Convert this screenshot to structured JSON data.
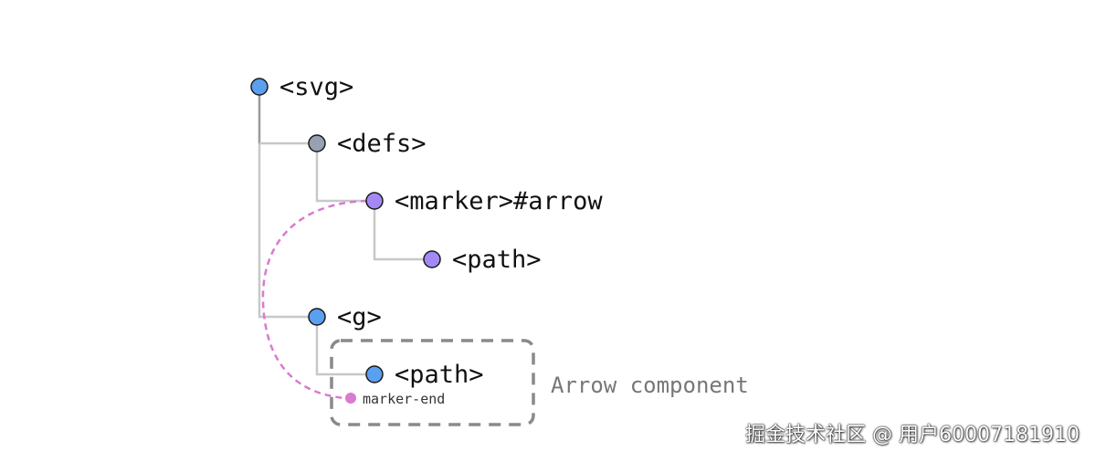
{
  "nodes": {
    "svg": {
      "label": "<svg>",
      "color": "#5b9ff0"
    },
    "defs": {
      "label": "<defs>",
      "color": "#97a1b1"
    },
    "marker": {
      "label": "<marker>#arrow",
      "color": "#a389f4"
    },
    "marker_path": {
      "label": "<path>",
      "color": "#a389f4"
    },
    "g": {
      "label": "<g>",
      "color": "#5b9ff0"
    },
    "g_path": {
      "label": "<path>",
      "color": "#5b9ff0"
    }
  },
  "marker_end": {
    "label": "marker-end",
    "color": "#d97bd0"
  },
  "component_label": "Arrow component",
  "watermark": "掘金技术社区 @ 用户60007181910",
  "colors": {
    "tree_line": "#c8c8c8",
    "tree_line_dark": "#9a9a9a",
    "dashed_link": "#d97bd0",
    "component_box": "#8a8a8a",
    "node_outline": "#1a1a1a"
  }
}
